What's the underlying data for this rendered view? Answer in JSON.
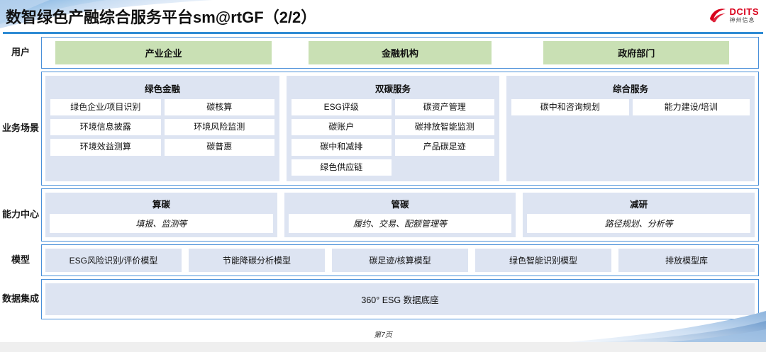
{
  "header": {
    "title": "数智绿色产融综合服务平台sm@rtGF（2/2）",
    "logo_en": "DCITS",
    "logo_cn": "神州信息"
  },
  "colors": {
    "accent_blue": "#2e8bd4",
    "border_blue": "#4a90d9",
    "panel_blue": "#dde4f2",
    "user_green": "#c9e0b4",
    "logo_red": "#d9001b"
  },
  "rows": {
    "users": {
      "label": "用户",
      "items": [
        {
          "label": "产业企业"
        },
        {
          "label": "金融机构"
        },
        {
          "label": "政府部门"
        }
      ]
    },
    "business": {
      "label": "业务场景",
      "groups": [
        {
          "title": "绿色金融",
          "items": [
            "绿色企业/项目识别",
            "碳核算",
            "环境信息披露",
            "环境风险监测",
            "环境效益测算",
            "碳普惠"
          ]
        },
        {
          "title": "双碳服务",
          "items": [
            "ESG评级",
            "碳资产管理",
            "碳账户",
            "碳排放智能监测",
            "碳中和减排",
            "产品碳足迹",
            "绿色供应链",
            ""
          ]
        },
        {
          "title": "综合服务",
          "items": [
            "碳中和咨询规划",
            "能力建设/培训"
          ]
        }
      ]
    },
    "capability": {
      "label": "能力中心",
      "groups": [
        {
          "title": "算碳",
          "sub": "填报、监测等"
        },
        {
          "title": "管碳",
          "sub": "履约、交易、配额管理等"
        },
        {
          "title": "减研",
          "sub": "路径规划、分析等"
        }
      ]
    },
    "model": {
      "label": "模型",
      "items": [
        "ESG风险识别/评价模型",
        "节能降碳分析模型",
        "碳足迹/核算模型",
        "绿色智能识别模型",
        "排放模型库"
      ]
    },
    "data": {
      "label": "数据集成",
      "item": "360° ESG 数据底座"
    }
  },
  "footer": {
    "page": "第7页"
  }
}
